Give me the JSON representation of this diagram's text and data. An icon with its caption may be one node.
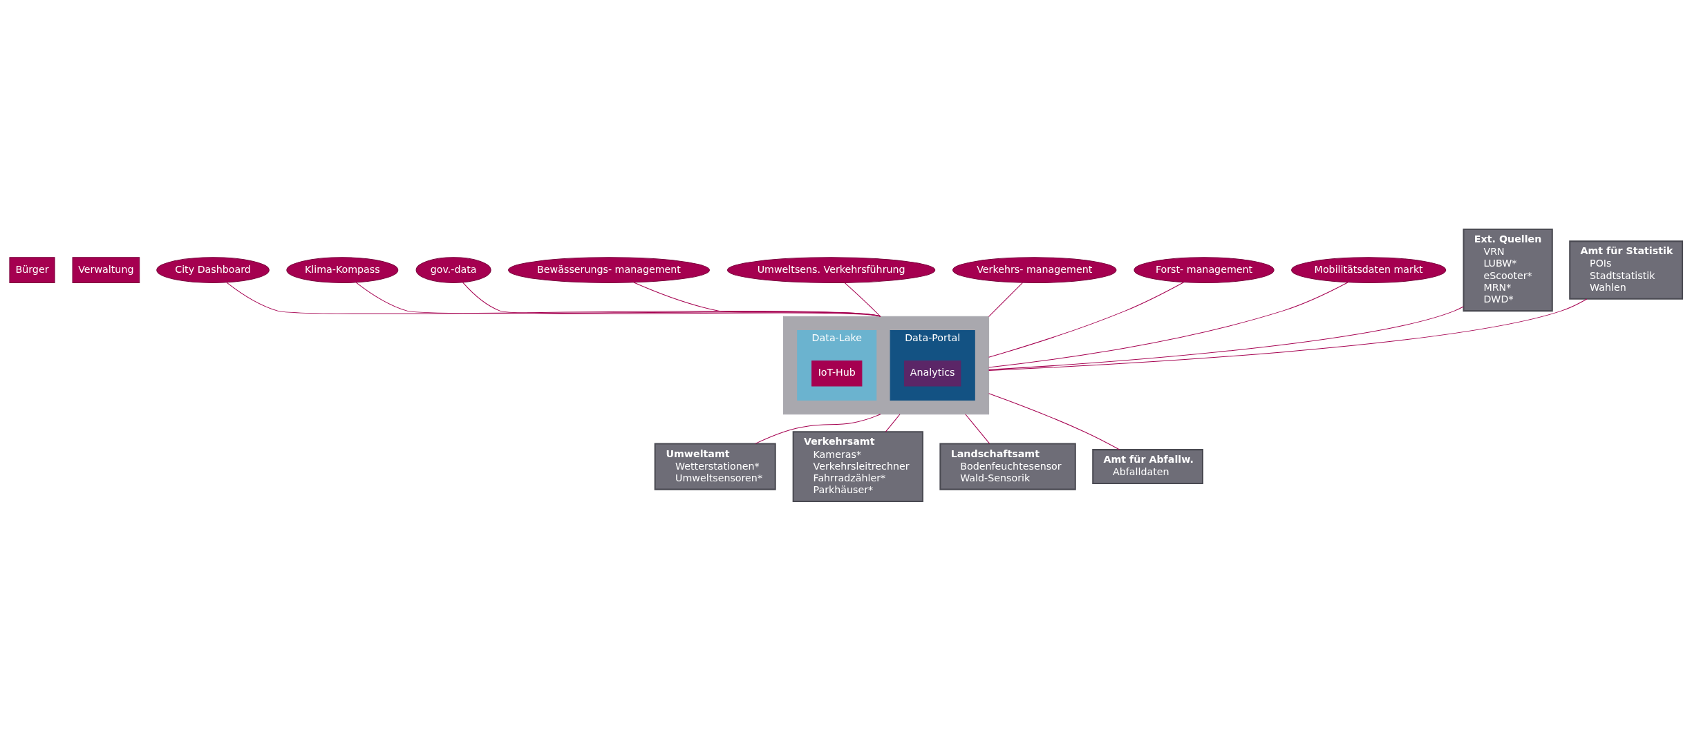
{
  "diagram": {
    "nodes": [
      {
        "text": [
          "Bürger"
        ]
      },
      {
        "text": [
          "Verwaltung"
        ]
      },
      {
        "text": [
          "City Dashboard"
        ]
      },
      {
        "text": [
          "Klima-Kompass"
        ]
      },
      {
        "text": [
          "gov.-data"
        ]
      },
      {
        "text": [
          "Bewässerungs- management"
        ]
      },
      {
        "text": [
          "Umweltsens. Verkehrsführung"
        ]
      },
      {
        "text": [
          "Verkehrs- management"
        ]
      },
      {
        "text": [
          "Forst- management"
        ]
      },
      {
        "text": [
          "Mobilitätsdaten markt"
        ]
      },
      {
        "text": [],
        "shape": "box"
      },
      {
        "text": [
          "Data-Portal"
        ],
        "in": 10
      },
      {
        "text": [
          "Analytics"
        ],
        "in": 11
      },
      {
        "text": [
          "Data-Lake"
        ],
        "in": 10
      },
      {
        "text": [
          "IoT-Hub"
        ],
        "in": 13
      },
      {
        "text": [
          "Ext. Quellen",
          "VRN",
          "LUBW*",
          "eScooter*",
          "MRN*",
          "DWD*"
        ]
      },
      {
        "text": [
          "Amt für Statistik",
          "POIs",
          "Stadtstatistik",
          "Wahlen"
        ]
      },
      {
        "text": [
          "Umweltamt",
          "Wetterstationen*",
          "Umweltsensoren*"
        ]
      },
      {
        "text": [
          "Verkehrsamt",
          "Kameras*",
          "Verkehrsleitrechner",
          "Fahrradzähler*",
          "Parkhäuser*"
        ]
      },
      {
        "text": [
          "Landschaftsamt",
          "Bodenfeuchtesensor",
          "Wald-Sensorik"
        ]
      },
      {
        "text": [
          "Amt für Abfallw.",
          "Abfalldaten"
        ]
      }
    ],
    "edges": [
      {
        "from": 2,
        "to": 10,
        "arrow": "none"
      },
      {
        "from": 3,
        "to": 10,
        "arrow": "none"
      },
      {
        "from": 4,
        "to": 10,
        "arrow": "none"
      },
      {
        "from": 9,
        "to": 10,
        "arrow": "none"
      },
      {
        "from": 5,
        "to": 10,
        "arrow": "none"
      },
      {
        "from": 6,
        "to": 10,
        "arrow": "none"
      },
      {
        "from": 8,
        "to": 10,
        "arrow": "none"
      },
      {
        "from": 7,
        "to": 10,
        "arrow": "none"
      },
      {
        "from": 15,
        "to": 10,
        "arrow": "none"
      },
      {
        "from": 16,
        "to": 10,
        "arrow": "none"
      },
      {
        "from": 10,
        "to": 17,
        "arrow": "none"
      },
      {
        "from": 10,
        "to": 18,
        "arrow": "none"
      },
      {
        "from": 10,
        "to": 19,
        "arrow": "none"
      },
      {
        "from": 10,
        "to": 20,
        "arrow": "none"
      }
    ]
  }
}
